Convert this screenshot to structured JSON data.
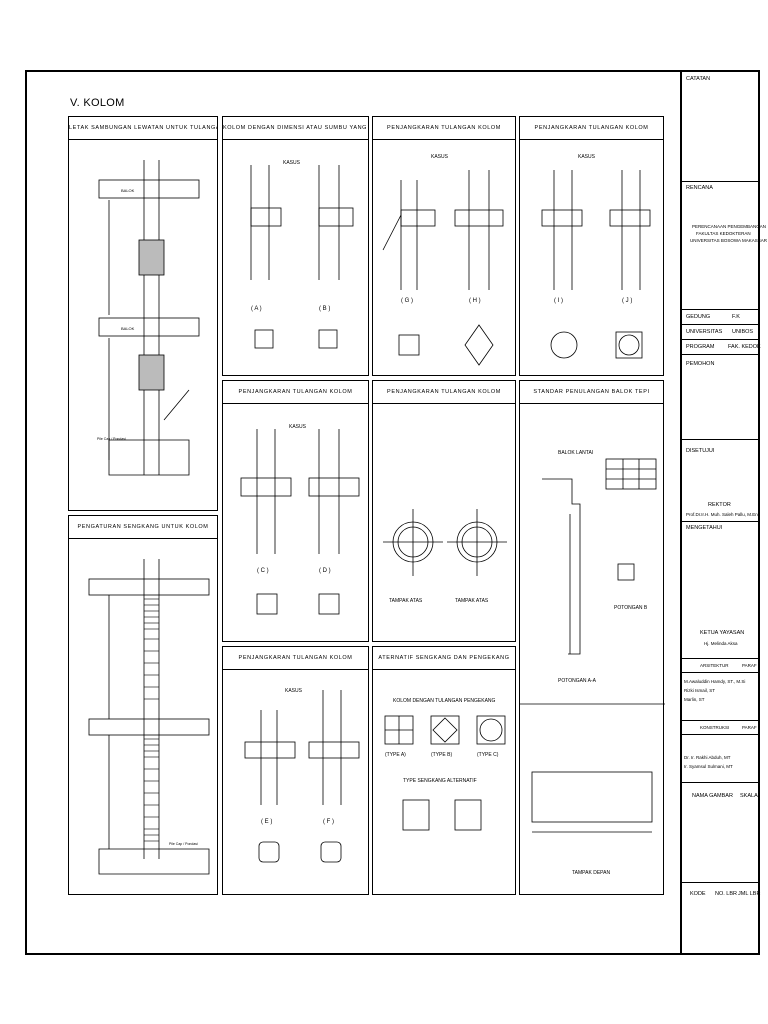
{
  "main_title": "V. KOLOM",
  "panels": {
    "p1": "LETAK SAMBUNGAN LEWATAN UNTUK TULANGAN KOLOM",
    "p2": "KOLOM DENGAN DIMENSI ATAU SUMBU YANG BERBEDA",
    "p3": "PENJANGKARAN TULANGAN KOLOM",
    "p4": "PENJANGKARAN TULANGAN KOLOM",
    "p5": "PENJANGKARAN TULANGAN KOLOM",
    "p6": "PENJANGKARAN TULANGAN KOLOM",
    "p7": "STANDAR PENULANGAN BALOK TEPI",
    "p8": "PENGATURAN SENGKANG UNTUK KOLOM",
    "p9": "PENJANGKARAN TULANGAN KOLOM",
    "p10": "ATERNATIF SENGKANG DAN PENGEKANG"
  },
  "labels": {
    "kasus": "KASUS",
    "case_a": "( A )",
    "case_b": "( B )",
    "case_c": "( C )",
    "case_d": "( D )",
    "case_e": "( E )",
    "case_f": "( F )",
    "case_g": "( G )",
    "case_h": "( H )",
    "case_i": "( I )",
    "case_j": "( J )",
    "tampak_atas": "TAMPAK ATAS",
    "balok_lantai": "BALOK LANTAI",
    "potongan_b": "POTONGAN B",
    "potongan_aa": "POTONGAN A-A",
    "tampak_depan": "TAMPAK DEPAN",
    "kolom_pengekang": "KOLOM DENGAN TULANGAN PENGEKANG",
    "type_a": "(TYPE A)",
    "type_b": "(TYPE B)",
    "type_c": "(TYPE C)",
    "type_sengkang": "TYPE SENGKANG ALTERNATIF",
    "pile_cap": "Pile Cap / Pondasi",
    "balok": "BALOK"
  },
  "titleblock": {
    "catatan": "CATATAN",
    "rencana": "RENCANA",
    "project_1": "PERENCANAAN PENGEMBANGAN",
    "project_2": "FAKULTAS KEDOKTERAN",
    "project_3": "UNIVERSITAS BOSOWA MAKASSAR",
    "gedung_label": "GEDUNG",
    "gedung_value": "F.K",
    "universitas_label": "UNIVERSITAS",
    "universitas_value": "UNIBOS",
    "program_label": "PROGRAM",
    "program_value": "FAK. KEDOK",
    "pemohon": "PEMOHON",
    "disetujui": "DISETUJUI",
    "rektor": "REKTOR",
    "rektor_name": "Prof.Dr.Ir.H. Muh. Saleh Pallu, M.Eng",
    "mengetahui": "MENGETAHUI",
    "ketua": "KETUA YAYASAN",
    "ketua_name": "Hj. Melinda Aksa",
    "arsitektur": "ARSITEKTUR",
    "paraf": "PARAF",
    "arsitek_1": "M.Awaluddin Hamdy, ST., M.Si",
    "arsitek_2": "Rizki Ismail, ST",
    "arsitek_3": "Marlin, ST",
    "konstruksi": "KONSTRUKSI",
    "konstruksi_1": "Dr. Ir. Rakhi Abduh, MT",
    "konstruksi_2": "Ir. Syamsul Sulmani, MT",
    "nama_gambar": "NAMA GAMBAR",
    "skala": "SKALA",
    "kode": "KODE",
    "no_lbr": "NO. LBR",
    "jml_lbr": "JML LBR"
  }
}
